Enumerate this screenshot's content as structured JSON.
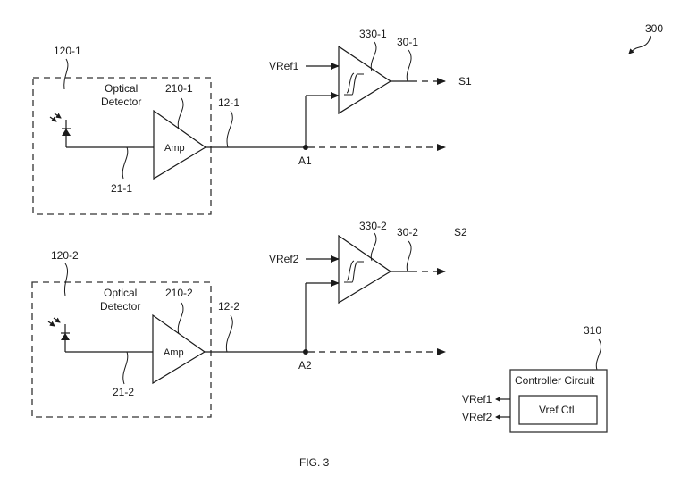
{
  "figure": {
    "caption": "FIG. 3",
    "ref": "300"
  },
  "channels": [
    {
      "detector_ref": "120-1",
      "detector_label_line1": "Optical",
      "detector_label_line2": "Detector",
      "amp_ref": "210-1",
      "amp_label": "Amp",
      "input_ref": "21-1",
      "output_ref": "12-1",
      "node": "A1",
      "vref": "VRef1",
      "comparator_ref": "330-1",
      "comp_out_ref": "30-1",
      "signal": "S1"
    },
    {
      "detector_ref": "120-2",
      "detector_label_line1": "Optical",
      "detector_label_line2": "Detector",
      "amp_ref": "210-2",
      "amp_label": "Amp",
      "input_ref": "21-2",
      "output_ref": "12-2",
      "node": "A2",
      "vref": "VRef2",
      "comparator_ref": "330-2",
      "comp_out_ref": "30-2",
      "signal": "S2"
    }
  ],
  "controller": {
    "ref": "310",
    "title": "Controller Circuit",
    "inner_label": "Vref Ctl",
    "outputs": [
      "VRef1",
      "VRef2"
    ]
  }
}
